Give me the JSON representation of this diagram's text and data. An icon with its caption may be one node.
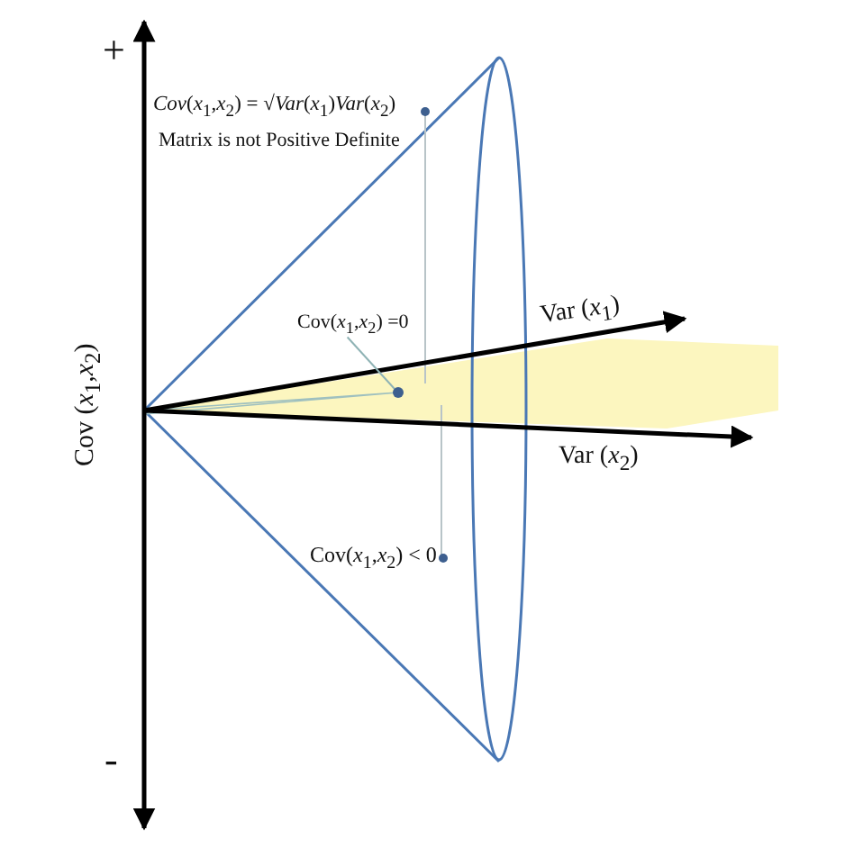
{
  "diagram": {
    "nodes": [
      {
        "text": [
          "Cov(*x*$_{1}$,*x*$_{2}$) =0"
        ]
      },
      {
        "text": [],
        "shape": "circle"
      }
    ],
    "edges": [
      {
        "from": 0,
        "to": 1,
        "arrow": "none"
      }
    ],
    "labels": [
      "+",
      "*Cov*(*x*$_{1}$,*x*$_{2}$) = √*Var*(*x*$_{1}$)*Var*(*x*$_{2}$)",
      "Matrix is not Positive Definite",
      "Var (*x*$_{1}$)",
      "Cov (*x*$_{1}$,*x*$_{2}$)",
      "Var (*x*$_{2}$)",
      "Cov(*x*$_{1}$,*x*$_{2}$) < 0",
      "-"
    ]
  }
}
